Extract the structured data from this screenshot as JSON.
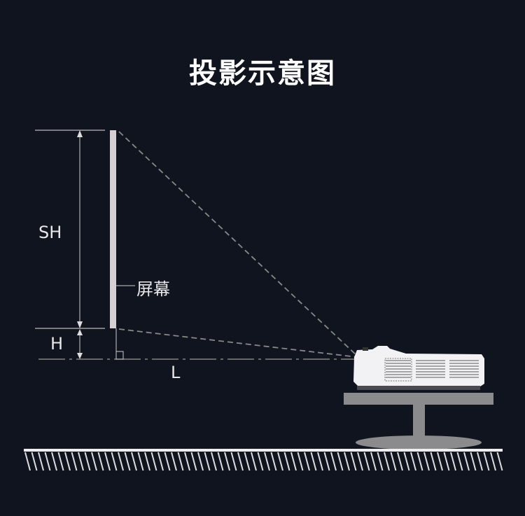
{
  "title": "投影示意图",
  "labels": {
    "screen_height": "SH",
    "height_offset": "H",
    "throw_distance": "L",
    "screen": "屏幕"
  }
}
